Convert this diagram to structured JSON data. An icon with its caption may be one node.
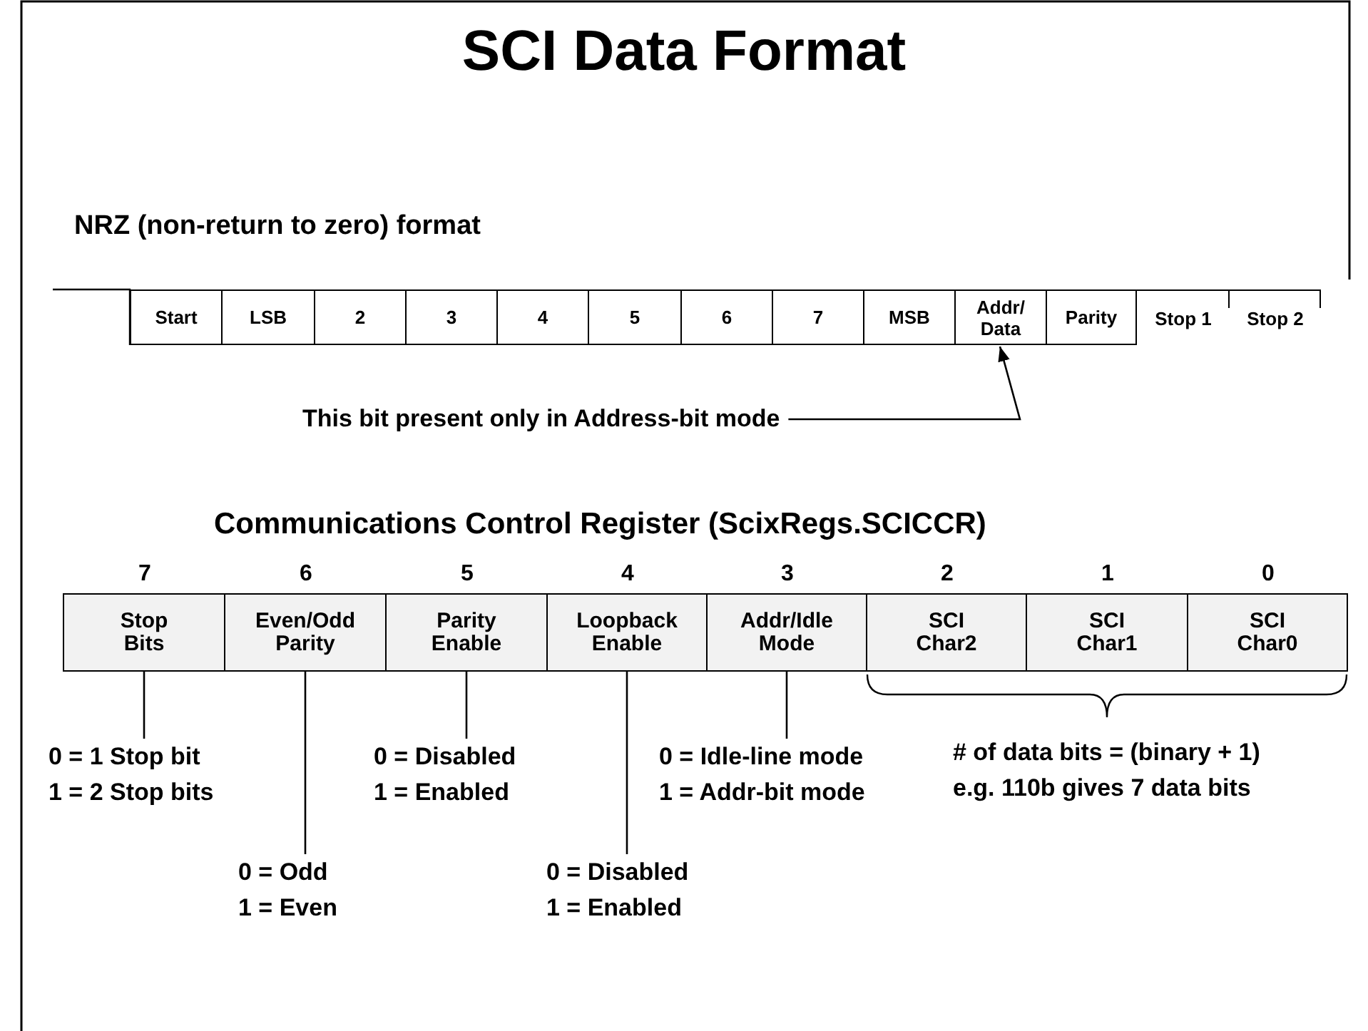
{
  "diagram": {
    "title": "SCI Data Format",
    "nodes": [
      {
        "text": [
          "Start"
        ]
      },
      {
        "text": [
          "LSB"
        ]
      },
      {
        "text": [
          "2"
        ]
      },
      {
        "text": [
          "3"
        ]
      },
      {
        "text": [
          "4"
        ]
      },
      {
        "text": [
          "5"
        ]
      },
      {
        "text": [
          "6"
        ]
      },
      {
        "text": [
          "7"
        ]
      },
      {
        "text": [
          "MSB"
        ]
      },
      {
        "text": [
          "Addr/ Data"
        ]
      },
      {
        "text": [
          "Parity"
        ]
      },
      {
        "text": [
          "Stop 1"
        ]
      },
      {
        "text": [
          "Stop 2"
        ]
      },
      {
        "text": [
          "This bit present only in Address-bit mode"
        ]
      },
      {
        "text": [
          "Stop Bits"
        ],
        "beside": [
          "7"
        ]
      },
      {
        "text": [
          "Even/Odd Parity"
        ],
        "beside": [
          "6"
        ]
      },
      {
        "text": [
          "Parity Enable"
        ],
        "beside": [
          "5"
        ]
      },
      {
        "text": [
          "Loopback Enable"
        ],
        "beside": [
          "4"
        ]
      },
      {
        "text": [
          "Addr/Idle Mode"
        ],
        "beside": [
          "3"
        ]
      },
      {
        "text": [
          "SCI Char2"
        ],
        "beside": [
          "2"
        ]
      },
      {
        "text": [
          "SCI Char1"
        ],
        "beside": [
          "1"
        ]
      },
      {
        "text": [
          "SCI Char0"
        ],
        "beside": [
          "0"
        ]
      },
      {
        "text": [
          "0 = 1 Stop bit",
          "1 = 2 Stop bits"
        ]
      },
      {
        "text": [
          "0 = Odd",
          "1 = Even"
        ]
      },
      {
        "text": [
          "0 = Disabled",
          "1 = Enabled"
        ]
      },
      {
        "text": [
          "0 = Disabled",
          "1 = Enabled"
        ]
      },
      {
        "text": [
          "0 = Idle-line mode",
          "1 = Addr-bit mode"
        ]
      }
    ],
    "edges": [
      {
        "from": 13,
        "to": 9,
        "arrow": "to"
      },
      {
        "from": 22,
        "to": 14,
        "arrow": "none"
      },
      {
        "from": 23,
        "to": 15,
        "arrow": "none"
      },
      {
        "from": 24,
        "to": 16,
        "arrow": "none"
      },
      {
        "from": 25,
        "to": 17,
        "arrow": "none"
      },
      {
        "from": 26,
        "to": 18,
        "arrow": "none"
      }
    ],
    "labels": [
      "NRZ (non-return to zero) format",
      "Communications Control Register (ScixRegs.SCICCR)",
      "# of data bits = (binary + 1)",
      "e.g. 110b gives 7 data bits"
    ]
  }
}
